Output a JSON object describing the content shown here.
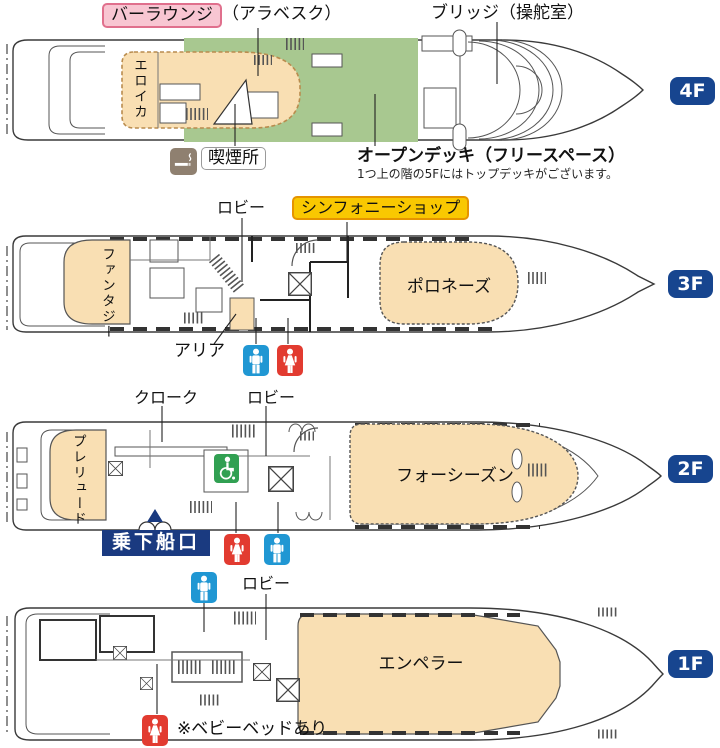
{
  "floors": [
    {
      "badge": "4F",
      "bar_lounge": "バーラウンジ",
      "bar_lounge_name": "（アラベスク）",
      "bridge": "ブリッジ（操舵室）",
      "eroica": "エロイカ",
      "smoking_label": "喫煙所",
      "open_deck": "オープンデッキ（フリースペース）",
      "open_deck_note": "1つ上の階の5Fにはトップデッキがございます。"
    },
    {
      "badge": "3F",
      "lobby": "ロビー",
      "shop": "シンフォニーショップ",
      "fantasy": "ファンタジー",
      "polonaise": "ポロネーズ",
      "aria": "アリア"
    },
    {
      "badge": "2F",
      "cloak": "クローク",
      "lobby": "ロビー",
      "prelude": "プレリュード",
      "four_seasons": "フォーシーズン",
      "boarding_gate": "乗下船口"
    },
    {
      "badge": "1F",
      "lobby": "ロビー",
      "emperor": "エンペラー",
      "baby_bed_note": "※ベビーベッドあり"
    }
  ],
  "icons": {
    "smoking_icon": "cigarette-pictogram",
    "male_restroom_icon": "male-pictogram",
    "female_restroom_icon": "female-pictogram",
    "accessible_icon": "wheelchair-pictogram",
    "boarding_arrow": "up-triangle"
  },
  "colors": {
    "room_fill": "#f9dfb3",
    "open_deck_fill": "#a8c890",
    "label_pink_bg": "#f8c6d2",
    "label_pink_border": "#e0708d",
    "label_yellow_bg": "#f9c801",
    "label_yellow_border": "#e59400",
    "floor_badge": "#17458f",
    "boarding_label_bg": "#1a3a80",
    "male_icon": "#2097d3",
    "female_icon": "#e23b30",
    "accessible_icon": "#31a052",
    "smoking_icon": "#8f8070"
  }
}
